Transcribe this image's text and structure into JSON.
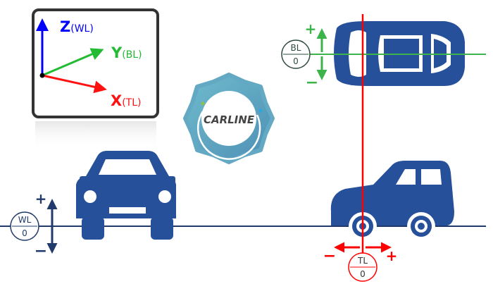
{
  "axes_box": {
    "z_letter": "Z",
    "z_sub": "(WL)",
    "y_letter": "Y",
    "y_sub": "(BL)",
    "x_letter": "X",
    "x_sub": "(TL)"
  },
  "logo": {
    "text": "CARLINE"
  },
  "wl_marker": {
    "label": "WL",
    "value": "0",
    "plus": "+",
    "minus": "−"
  },
  "bl_marker": {
    "label": "BL",
    "value": "0",
    "plus": "+",
    "minus": "−"
  },
  "tl_marker": {
    "label": "TL",
    "value": "0",
    "plus": "+",
    "minus": "−"
  },
  "colors": {
    "car": "#27509b",
    "wl": "#1f3a6b",
    "bl": "#3cb44b",
    "tl": "#ff0000",
    "z": "#0000ff",
    "y": "#22bb33",
    "x": "#ff1111"
  }
}
